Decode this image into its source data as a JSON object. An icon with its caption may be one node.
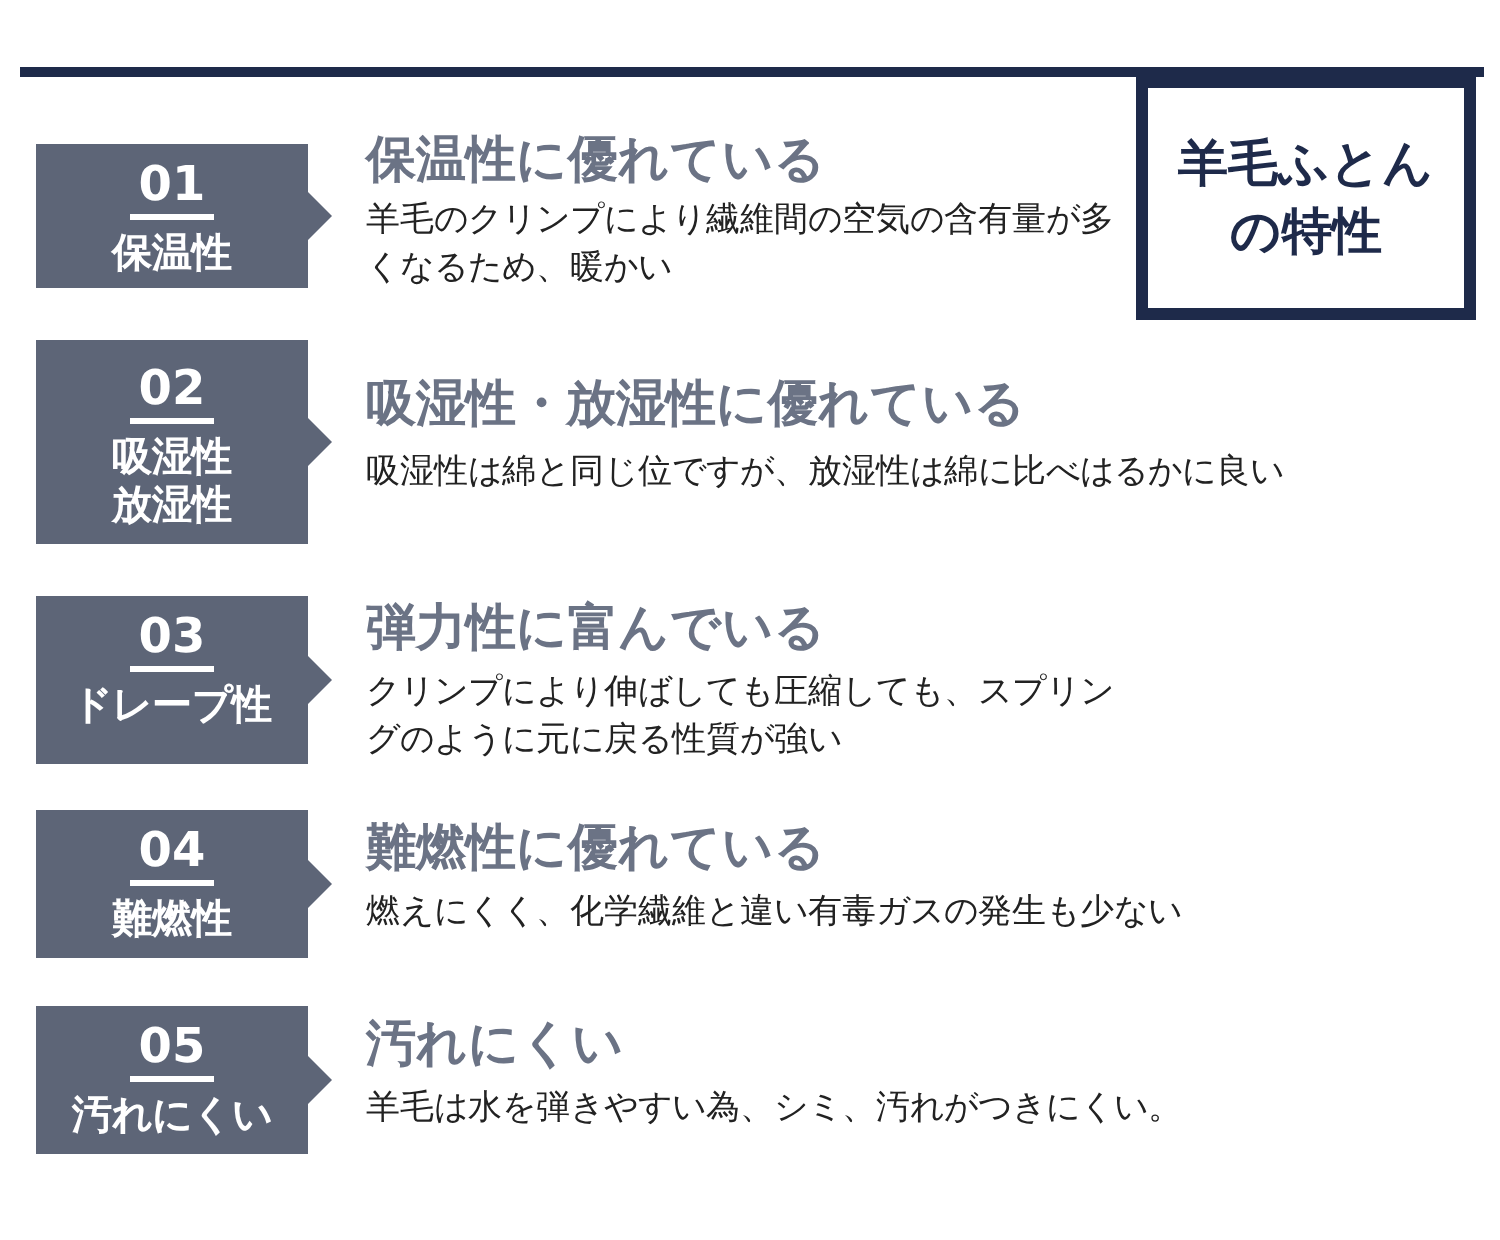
{
  "diagram": {
    "nodes": [
      {
        "text": [
          "羊毛ふとんの特性"
        ]
      },
      {
        "text": [
          "01",
          "保温性"
        ],
        "beside": [
          "**保温性**に優れている",
          "羊毛のクリンプにより繊維間の空気の含有量が多くなるため、暖かい"
        ]
      },
      {
        "text": [
          "02",
          "吸湿性放湿性"
        ],
        "beside": [
          "**吸湿性・放湿性**に優れている",
          "吸湿性は綿と同じ位ですが、放湿性は綿に比べはるかに良い"
        ]
      },
      {
        "text": [
          "03",
          "ドレープ性"
        ],
        "beside": [
          "**弾力性**に富んでいる",
          "クリンプにより伸ばしても圧縮しても、スプリングのように元に戻る性質が強い"
        ]
      },
      {
        "text": [
          "04",
          "難燃性"
        ],
        "beside": [
          "**難燃性**に優れている",
          "燃えにくく、化学繊維と違い有毒ガスの発生も少ない"
        ]
      },
      {
        "text": [
          "05",
          "汚れにくい"
        ],
        "beside": [
          "**汚れにくい**",
          "羊毛は水を弾きやすい為、シミ、汚れがつきにくい。"
        ]
      }
    ]
  }
}
